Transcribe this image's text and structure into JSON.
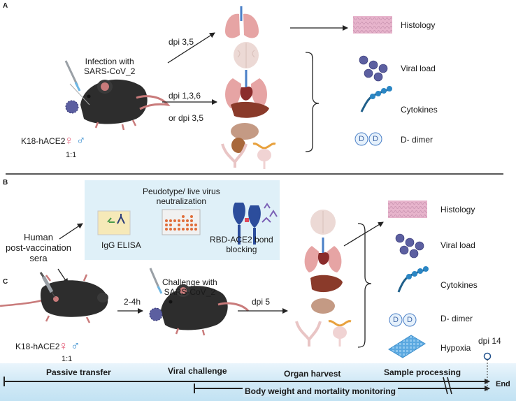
{
  "panels": {
    "a": "A",
    "b": "B",
    "c": "C"
  },
  "section_a": {
    "infection_label": "Infection with\nSARS-CoV_2",
    "dpi_top": "dpi 3,5",
    "dpi_mid": "dpi 1,3,6",
    "dpi_mid2": "or dpi  3,5",
    "model_label": "K18-hACE2",
    "ratio": "1:1",
    "readouts": [
      "Histology",
      "Viral load",
      "Cytokines",
      "D- dimer"
    ]
  },
  "section_b": {
    "human_sera": "Human\npost-vaccination\nsera",
    "igg": "IgG ELISA",
    "neutralization": "Peudotype/ live virus\nneutralization",
    "rbd": "RBD-ACE2 bond\nblocking"
  },
  "section_c": {
    "time_interval": "2-4h",
    "challenge": "Challenge with\nSARS-CoV_2",
    "dpi": "dpi 5",
    "model_label": "K18-hACE2",
    "ratio": "1:1",
    "readouts": [
      "Histology",
      "Viral load",
      "Cytokines",
      "D- dimer",
      "Hypoxia"
    ],
    "dpi_end": "dpi 14"
  },
  "timeline": {
    "stages": [
      "Passive transfer",
      "Viral challenge",
      "Organ harvest",
      "Sample processing"
    ],
    "monitoring": "Body weight and mortality monitoring",
    "end": "End"
  },
  "symbols": {
    "female": "♀",
    "male": "♂",
    "d": "D"
  },
  "colors": {
    "female": "#e5607a",
    "male": "#3b8fd0",
    "organ_pink": "#e9a8a8",
    "liver": "#8a3a2a",
    "virus": "#5c5fa0"
  }
}
